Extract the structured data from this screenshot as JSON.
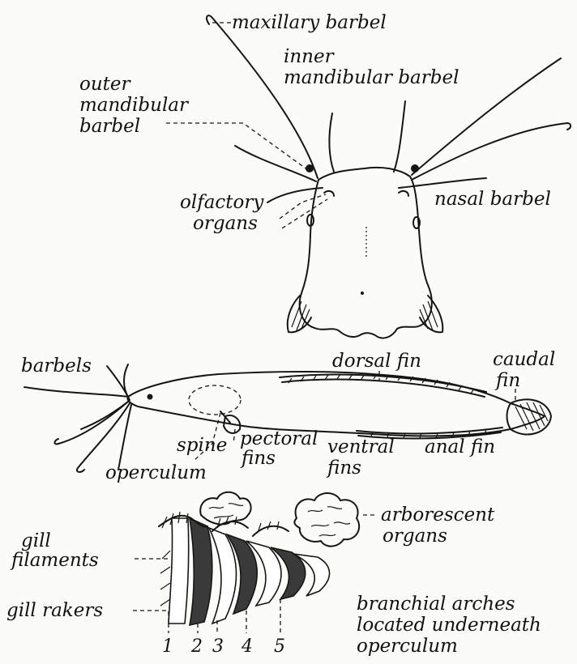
{
  "labels": {
    "maxillary_barbel": "maxillary barbel",
    "inner_mandibular_barbel": [
      "inner",
      "mandibular barbel"
    ],
    "outer_mandibular_barbel": [
      "outer",
      "mandibular",
      "barbel"
    ],
    "olfactory_organs": [
      "olfactory",
      "organs"
    ],
    "nasal_barbel": "nasal barbel",
    "barbels": "barbels",
    "dorsal_fin": "dorsal fin",
    "caudal_fin": [
      "caudal",
      "fin"
    ],
    "spine": "spine",
    "pectoral_fins": [
      "pectoral",
      "fins"
    ],
    "ventral_fins": [
      "ventral",
      "fins"
    ],
    "anal_fin": "anal fin",
    "operculum": "operculum",
    "arborescent_organs": [
      "arborescent",
      "organs"
    ],
    "gill_filaments": [
      "gill",
      "filaments"
    ],
    "gill_rakers": "gill rakers",
    "branchial_arches_note": [
      "branchial arches",
      "located underneath",
      "operculum"
    ],
    "arch_numbers": [
      "1",
      "2",
      "3",
      "4",
      "5"
    ]
  },
  "colors": {
    "ink": "#151515",
    "paper": "#fbfbf8",
    "shade": "#3a3a3a"
  }
}
